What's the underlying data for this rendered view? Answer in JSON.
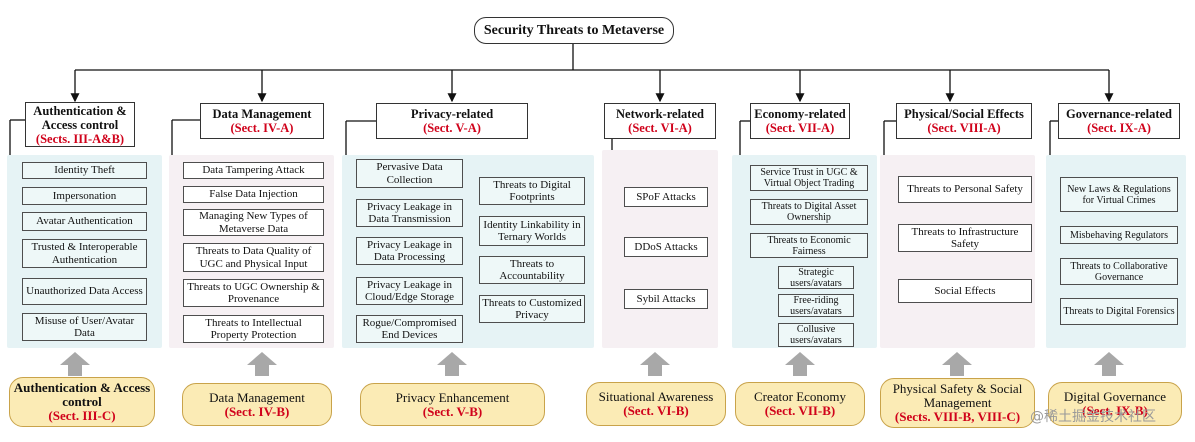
{
  "root": "Security Threats to Metaverse",
  "columns": [
    {
      "title": "Authentication & Access control",
      "section": "(Sects. III-A&B)",
      "items": [
        "Identity Theft",
        "Impersonation",
        "Avatar Authentication",
        "Trusted & Interoperable Authentication",
        "Unauthorized Data Access",
        "Misuse of User/Avatar Data"
      ],
      "solution": "Authentication & Access control",
      "solution_section": "(Sect. III-C)"
    },
    {
      "title": "Data Management",
      "section": "(Sect. IV-A)",
      "items": [
        "Data Tampering Attack",
        "False Data Injection",
        "Managing New Types of Metaverse Data",
        "Threats to Data Quality of UGC and Physical Input",
        "Threats to UGC Ownership & Provenance",
        "Threats to Intellectual Property Protection"
      ],
      "solution": "Data Management",
      "solution_section": "(Sect. IV-B)"
    },
    {
      "title": "Privacy-related",
      "section": "(Sect. V-A)",
      "items": [
        "Pervasive Data Collection",
        "Privacy Leakage in Data Transmission",
        "Privacy Leakage in Data Processing",
        "Privacy Leakage in Cloud/Edge Storage",
        "Rogue/Compromised End Devices"
      ],
      "items_right": [
        "Threats to Digital Footprints",
        "Identity Linkability in Ternary Worlds",
        "Threats to Accountability",
        "Threats to Customized Privacy"
      ],
      "solution": "Privacy Enhancement",
      "solution_section": "(Sect. V-B)"
    },
    {
      "title": "Network-related",
      "section": "(Sect. VI-A)",
      "items": [
        "SPoF Attacks",
        "DDoS Attacks",
        "Sybil Attacks"
      ],
      "solution": "Situational Awareness",
      "solution_section": "(Sect. VI-B)"
    },
    {
      "title": "Economy-related",
      "section": "(Sect. VII-A)",
      "items": [
        "Service Trust in UGC & Virtual Object Trading",
        "Threats to Digital Asset Ownership",
        "Threats to Economic Fairness"
      ],
      "subitems": [
        "Strategic users/avatars",
        "Free-riding users/avatars",
        "Collusive users/avatars"
      ],
      "solution": "Creator Economy",
      "solution_section": "(Sect. VII-B)"
    },
    {
      "title": "Physical/Social Effects",
      "section": "(Sect. VIII-A)",
      "items": [
        "Threats to Personal Safety",
        "Threats to Infrastructure Safety",
        "Social Effects"
      ],
      "solution": "Physical Safety & Social Management",
      "solution_section": "(Sects. VIII-B, VIII-C)"
    },
    {
      "title": "Governance-related",
      "section": "(Sect. IX-A)",
      "items": [
        "New Laws & Regulations for Virtual Crimes",
        "Misbehaving Regulators",
        "Threats to Collaborative Governance",
        "Threats to Digital Forensics"
      ],
      "solution": "Digital Governance",
      "solution_section": "(Sect. IX-B)"
    }
  ],
  "watermark": "@稀土掘金技术社区",
  "colors": {
    "section_red": "#d0021b",
    "teal_panel": "#e6f3f5",
    "pink_panel": "#f6f0f3",
    "bottom_fill": "#fbebb5",
    "arrow_gray": "#a8a8a8"
  }
}
